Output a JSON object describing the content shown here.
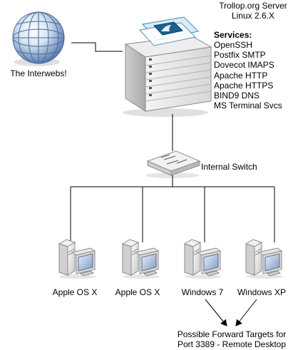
{
  "internet": {
    "label": "The Interwebs!"
  },
  "server": {
    "name": "Trollop.org Server",
    "os": "Linux 2.6.X",
    "services_title": "Services:",
    "services": [
      "OpenSSH",
      "Postfix SMTP",
      "Dovecot IMAPS",
      "Apache HTTP",
      "Apache HTTPS",
      "BIND9 DNS",
      "MS Terminal Svcs"
    ]
  },
  "switch": {
    "label": "Internal Switch"
  },
  "clients": [
    {
      "label": "Apple OS X"
    },
    {
      "label": "Apple OS X"
    },
    {
      "label": "Windows 7"
    },
    {
      "label": "Windows XP"
    }
  ],
  "forward_note": {
    "line1": "Possible Forward Targets for",
    "line2": "Port 3389 - Remote Desktop"
  }
}
